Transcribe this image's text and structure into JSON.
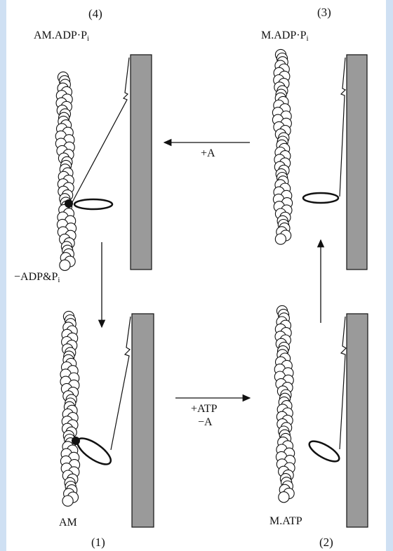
{
  "states": {
    "s4": {
      "number": "(4)",
      "label": "AM.ADP·P",
      "sub": "i"
    },
    "s3": {
      "number": "(3)",
      "label": "M.ADP·P",
      "sub": "i"
    },
    "s1": {
      "number": "(1)",
      "label": "AM"
    },
    "s2": {
      "number": "(2)",
      "label": "M.ATP"
    }
  },
  "transitions": {
    "t3to4": "+A",
    "t4to1_main": "−ADP&P",
    "t4to1_sub": "i",
    "t1to2_line1": "+ATP",
    "t1to2_line2": "−A"
  },
  "colors": {
    "filament": "#9a9a9a",
    "background": "#cfe0f3"
  }
}
